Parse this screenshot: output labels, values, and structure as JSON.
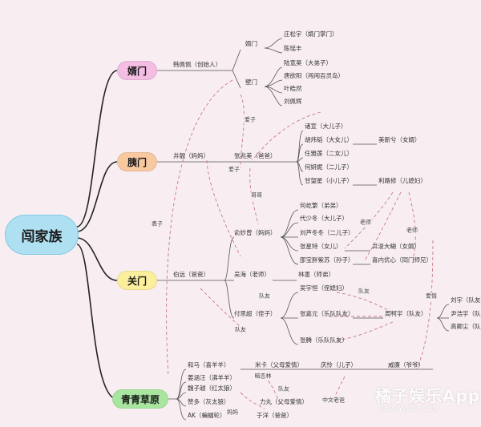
{
  "root": "闯家族",
  "branches": [
    {
      "id": "b1",
      "label": "婿门",
      "color": "#f4bde3"
    },
    {
      "id": "b2",
      "label": "胰门",
      "color": "#f8c8a0"
    },
    {
      "id": "b3",
      "label": "关门",
      "color": "#fbef9c"
    },
    {
      "id": "b4",
      "label": "青青草原",
      "color": "#a8e6a0"
    }
  ],
  "nodes": [
    {
      "id": "n_hanzhaoming",
      "label": "韩佩佩（创始人）"
    },
    {
      "id": "n_xumen",
      "label": "婿门"
    },
    {
      "id": "n_zhuangmen",
      "label": "壁门"
    },
    {
      "id": "n_zhangsongyu",
      "label": "庄松宇（婿门掌门）"
    },
    {
      "id": "n_yang",
      "label": "陈瑶丰"
    },
    {
      "id": "n_luo",
      "label": "陆宽昊（大弟子）"
    },
    {
      "id": "n_tang",
      "label": "唐欲阳（闯闯百灵岛）"
    },
    {
      "id": "n_ye",
      "label": "叶皓然"
    },
    {
      "id": "n_liu",
      "label": "刘佩辉"
    },
    {
      "id": "n_jingjing",
      "label": "井靓（妈妈）"
    },
    {
      "id": "n_zhangfei",
      "label": "张兆美（爸爸）"
    },
    {
      "id": "n_zhuge",
      "label": "诸宣（大儿子）"
    },
    {
      "id": "n_hu",
      "label": "胡炜韬（大女儿）"
    },
    {
      "id": "n_ren",
      "label": "任雅莲（二女儿）"
    },
    {
      "id": "n_he",
      "label": "何妍妮（二儿子）"
    },
    {
      "id": "n_gan",
      "label": "甘望星（小儿子）"
    },
    {
      "id": "n_meng",
      "label": "美新兮（女婿）"
    },
    {
      "id": "n_lidexiu",
      "label": "利路修（儿媳妇）"
    },
    {
      "id": "n_qiaoye",
      "label": "俞妙曾（妈妈）"
    },
    {
      "id": "n_hezhengjing",
      "label": "何屹繁（弟弟）"
    },
    {
      "id": "n_dai",
      "label": "代少冬（大儿子）"
    },
    {
      "id": "n_liuyu",
      "label": "刘芦冬冬（二儿子）"
    },
    {
      "id": "n_zhangxingte",
      "label": "张星特（女儿）"
    },
    {
      "id": "n_shao",
      "label": "邵宝胖紫苏（孙子）"
    },
    {
      "id": "n_jinglin",
      "label": "井浚大糊（女婿）"
    },
    {
      "id": "n_xinei",
      "label": "喜内优心（同门师兄）"
    },
    {
      "id": "n_bojing",
      "label": "伯远（爸爸）"
    },
    {
      "id": "n_wuhai",
      "label": "吴海（老师）"
    },
    {
      "id": "n_linmo",
      "label": "林墨（师弟）"
    },
    {
      "id": "n_wuyu",
      "label": "吴宇恒（侄媳妇）"
    },
    {
      "id": "n_fusiyue",
      "label": "付思超（侄子）"
    },
    {
      "id": "n_zhangjiayuan",
      "label": "张嘉元（乐队队友）"
    },
    {
      "id": "n_zhoukeyu",
      "label": "周柯宇（队友）"
    },
    {
      "id": "n_zhangteng",
      "label": "张腾（乐队队友）"
    },
    {
      "id": "n_liuyu2",
      "label": "刘宇（队友）"
    },
    {
      "id": "n_yinhaoyu",
      "label": "尹浩宇（队友）"
    },
    {
      "id": "n_gaoqing",
      "label": "高卿尘（队友）"
    },
    {
      "id": "n_hema",
      "label": "和马（喜羊羊）"
    },
    {
      "id": "n_xilan",
      "label": "姜涵汪（沸羊羊）"
    },
    {
      "id": "n_weizi",
      "label": "魏子越（红太狼）"
    },
    {
      "id": "n_zanduo",
      "label": "赞多（灰太狼）"
    },
    {
      "id": "n_ak",
      "label": "AK（蝙蝠轮）"
    },
    {
      "id": "n_mika",
      "label": "米卡（父母爱情）"
    },
    {
      "id": "n_qingling",
      "label": "庆怜（儿子）"
    },
    {
      "id": "n_weilian",
      "label": "威廉（爷爷）"
    },
    {
      "id": "n_lijiu",
      "label": "力丸（父母爱情）"
    },
    {
      "id": "n_yuyang",
      "label": "于洋（爸爸）"
    }
  ],
  "edge_labels": [
    {
      "id": "e_yizi",
      "label": "爱子"
    },
    {
      "id": "e_yizi2",
      "label": "爱子"
    },
    {
      "id": "e_gege",
      "label": "哥哥"
    },
    {
      "id": "e_biaozi",
      "label": "表子"
    },
    {
      "id": "e_laoshi1",
      "label": "老师"
    },
    {
      "id": "e_laoshi2",
      "label": "老师"
    },
    {
      "id": "e_duiyou1",
      "label": "队友"
    },
    {
      "id": "e_duiyou2",
      "label": "队友"
    },
    {
      "id": "e_duiyou3",
      "label": "队友"
    },
    {
      "id": "e_duiyou4",
      "label": "队友"
    },
    {
      "id": "e_qing",
      "label": "爱情"
    },
    {
      "id": "e_mama",
      "label": "妈妈"
    },
    {
      "id": "e_sister",
      "label": "暗恋林"
    },
    {
      "id": "e_zhongwen",
      "label": "中文老爸"
    }
  ],
  "watermark": "橘子娱乐App",
  "watermark_sub": "HAPPYJUZI.COM"
}
